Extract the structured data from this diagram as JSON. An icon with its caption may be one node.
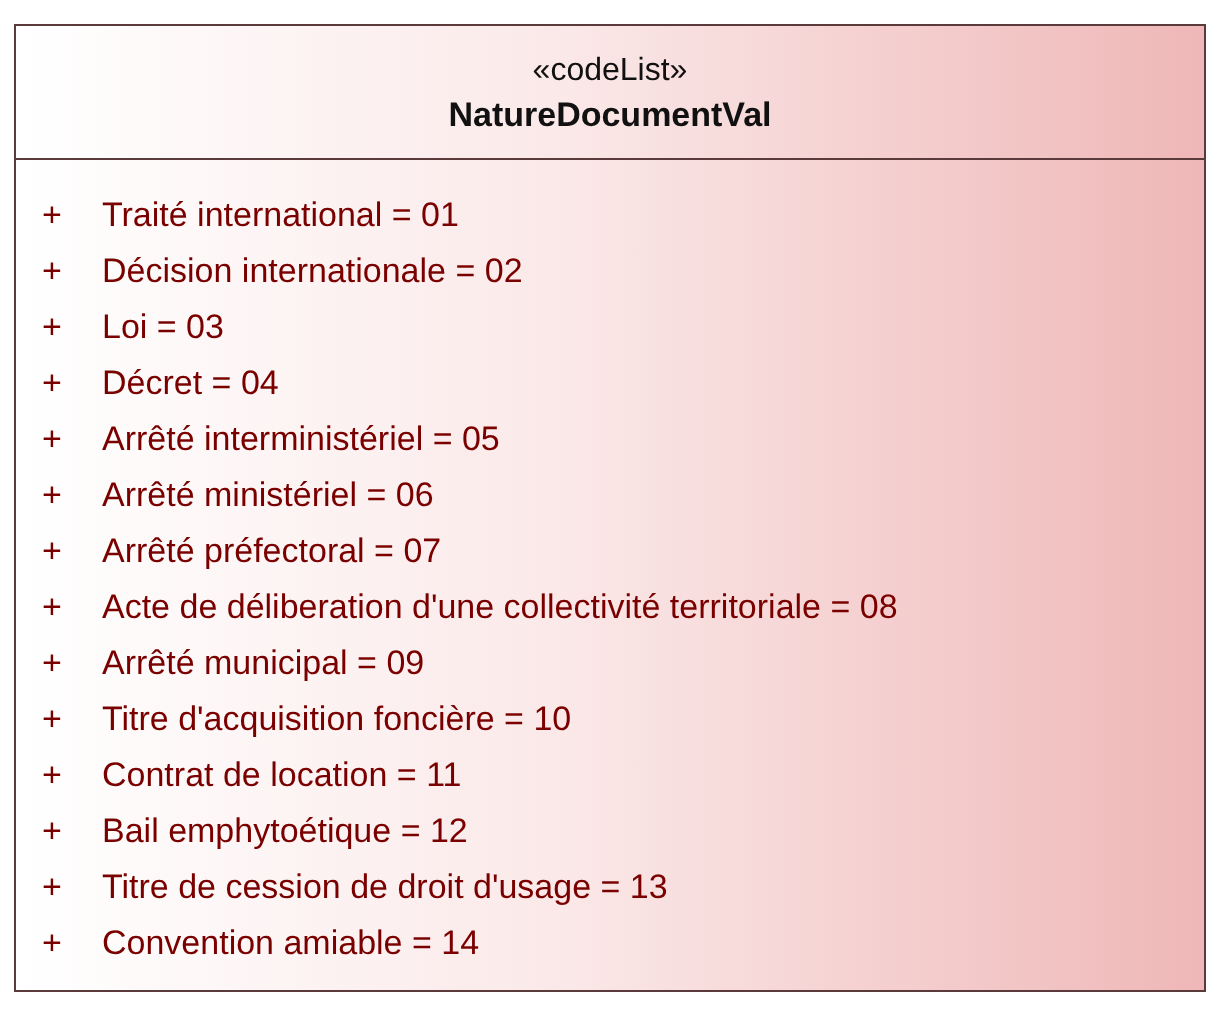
{
  "diagram": {
    "nodes": [
      {
        "text": [
          "«codeList»",
          "NatureDocumentVal",
          "+",
          "Traité international = 01",
          "+",
          "Décision internationale = 02",
          "+",
          "Loi = 03",
          "+",
          "Décret = 04",
          "+",
          "Arrêté interministériel = 05",
          "+",
          "Arrêté ministériel = 06",
          "+",
          "Arrêté préfectoral = 07",
          "+",
          "Acte de déliberation d'une collectivité territoriale = 08",
          "+",
          "Arrêté municipal = 09",
          "+",
          "Titre d'acquisition foncière = 10",
          "+",
          "Contrat de location = 11",
          "+",
          "Bail emphytoétique = 12",
          "+",
          "Titre de cession de droit d'usage = 13",
          "+",
          "Convention amiable = 14"
        ]
      }
    ]
  }
}
